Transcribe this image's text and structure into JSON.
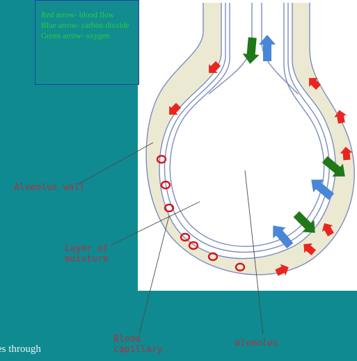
{
  "legend": {
    "red": "Red arrow- blood flow",
    "blue": "Blue arrow- carbon dioxide",
    "green": "Green arrow- oxygen"
  },
  "labels": {
    "alveolus_wall": "Alveolus wall",
    "moisture": "Layer of\nmoisture",
    "capillary": "Blood\ncapillary",
    "alveolus": "alveolos"
  },
  "bottom_text": "es through",
  "colors": {
    "background": "#0f8a91",
    "panel": "#ffffff",
    "wall": "#ece9d3",
    "membrane": "#7a8cc0",
    "red_arrow": "#e8261f",
    "blue_arrow": "#4a86d8",
    "green_arrow": "#207818",
    "legend_text": "#23d23c",
    "label_text": "#b03040"
  }
}
